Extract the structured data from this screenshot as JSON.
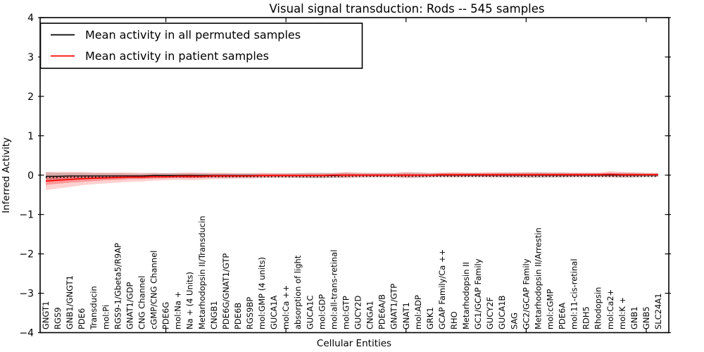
{
  "title": "Visual signal transduction: Rods -- 545 samples",
  "chart_data": {
    "type": "line",
    "title": "Visual signal transduction: Rods -- 545 samples",
    "xlabel": "Cellular Entities",
    "ylabel": "Inferred Activity",
    "ylim": [
      -4,
      4
    ],
    "yticks": [
      [
        4,
        "4"
      ],
      [
        3,
        "3"
      ],
      [
        2,
        "2"
      ],
      [
        1,
        "1"
      ],
      [
        0,
        "0"
      ],
      [
        -1,
        "−1"
      ],
      [
        -2,
        "−2"
      ],
      [
        -3,
        "−3"
      ],
      [
        -4,
        "−4"
      ]
    ],
    "xtick_indices": [
      10,
      20,
      30,
      40,
      50
    ],
    "grid": false,
    "legend_position": "upper left",
    "categories": [
      "GNGT1",
      "RGS9",
      "GNB1/GNGT1",
      "PDE6",
      "Transducin",
      "mol:Pi",
      "RGS9-1/Gbeta5/R9AP",
      "GNAT1/GDP",
      "CNG Channel",
      "cGMP/CNG Channel",
      "PDE6G",
      "mol:Na +",
      "Na + (4 Units)",
      "Metarhodopsin II/Transducin",
      "CNGB1",
      "PDE6G/GNAT1/GTP",
      "PDE6B",
      "RGS9BP",
      "mol:GMP (4 units)",
      "GUCA1A",
      "mol:Ca ++",
      "absorption of light",
      "GUCA1C",
      "mol:GDP",
      "mol:all-trans-retinal",
      "mol:GTP",
      "GUCY2D",
      "CNGA1",
      "PDE6A/B",
      "GNAT1/GTP",
      "GNAT1",
      "mol:ADP",
      "GRK1",
      "GCAP Family/Ca ++",
      "RHO",
      "Metarhodopsin II",
      "GC1/GCAP Family",
      "GUCY2F",
      "GUCA1B",
      "SAG",
      "GC2/GCAP Family",
      "Metarhodopsin II/Arrestin",
      "mol:cGMP",
      "PDE6A",
      "mol:11-cis-retinal",
      "RDH5",
      "Rhodopsin",
      "mol:Ca2+",
      "mol:K +",
      "GNB1",
      "GNB5",
      "SLC24A1"
    ],
    "series": [
      {
        "key": "permuted",
        "name": "Mean activity in all permuted samples",
        "color": "#000000",
        "style": "solid line with dotted overlay and grey shaded band",
        "values": [
          -0.03,
          -0.03,
          -0.02,
          -0.02,
          -0.02,
          -0.02,
          -0.02,
          -0.02,
          -0.02,
          -0.01,
          -0.01,
          -0.01,
          -0.01,
          -0.01,
          -0.01,
          -0.01,
          -0.01,
          -0.01,
          -0.01,
          -0.01,
          -0.01,
          -0.01,
          -0.01,
          -0.01,
          -0.01,
          0,
          0,
          0,
          0,
          0,
          0,
          0,
          0,
          0,
          0,
          0,
          0,
          0,
          0,
          0,
          0,
          0,
          0,
          0,
          0,
          0,
          0,
          0,
          0,
          0,
          0,
          0
        ],
        "band": [
          0.1,
          0.09,
          0.08,
          0.08,
          0.07,
          0.07,
          0.07,
          0.06,
          0.06,
          0.06,
          0.06,
          0.06,
          0.06,
          0.06,
          0.05,
          0.05,
          0.05,
          0.05,
          0.05,
          0.05,
          0.05,
          0.06,
          0.07,
          0.07,
          0.06,
          0.06,
          0.05,
          0.05,
          0.05,
          0.05,
          0.06,
          0.06,
          0.05,
          0.05,
          0.05,
          0.05,
          0.05,
          0.05,
          0.06,
          0.06,
          0.06,
          0.07,
          0.06,
          0.06,
          0.05,
          0.05,
          0.05,
          0.05,
          0.06,
          0.06,
          0.05,
          0.05
        ]
      },
      {
        "key": "patient",
        "name": "Mean activity in patient samples",
        "color": "#ff0000",
        "style": "solid line with inner and outer red shaded bands",
        "values": [
          -0.15,
          -0.13,
          -0.11,
          -0.09,
          -0.08,
          -0.07,
          -0.06,
          -0.05,
          -0.05,
          -0.04,
          -0.04,
          -0.03,
          -0.03,
          -0.03,
          -0.02,
          -0.02,
          -0.02,
          -0.02,
          -0.01,
          -0.01,
          -0.01,
          -0.01,
          -0.01,
          -0.01,
          0,
          0,
          0,
          0,
          0,
          0,
          0,
          0,
          0,
          0.01,
          0.01,
          0.01,
          0.01,
          0.01,
          0.01,
          0.01,
          0.01,
          0.01,
          0.01,
          0.01,
          0.01,
          0.01,
          0.01,
          0.02,
          0.01,
          0.01,
          0.01,
          0.01
        ],
        "band": [
          0.23,
          0.21,
          0.19,
          0.17,
          0.15,
          0.14,
          0.13,
          0.12,
          0.11,
          0.1,
          0.09,
          0.09,
          0.1,
          0.09,
          0.08,
          0.08,
          0.07,
          0.07,
          0.07,
          0.06,
          0.06,
          0.06,
          0.06,
          0.06,
          0.06,
          0.08,
          0.07,
          0.06,
          0.06,
          0.06,
          0.08,
          0.07,
          0.06,
          0.06,
          0.07,
          0.06,
          0.06,
          0.07,
          0.06,
          0.06,
          0.07,
          0.06,
          0.06,
          0.06,
          0.06,
          0.06,
          0.06,
          0.08,
          0.07,
          0.06,
          0.05,
          0.05
        ],
        "inner_band": [
          0.1,
          0.09,
          0.08,
          0.08,
          0.07,
          0.06,
          0.06,
          0.05,
          0.05,
          0.05,
          0.04,
          0.04,
          0.05,
          0.04,
          0.04,
          0.04,
          0.03,
          0.03,
          0.03,
          0.03,
          0.03,
          0.03,
          0.03,
          0.03,
          0.03,
          0.04,
          0.03,
          0.03,
          0.03,
          0.03,
          0.04,
          0.03,
          0.03,
          0.03,
          0.03,
          0.03,
          0.03,
          0.03,
          0.03,
          0.03,
          0.03,
          0.03,
          0.03,
          0.03,
          0.03,
          0.03,
          0.03,
          0.04,
          0.03,
          0.03,
          0.02,
          0.02
        ]
      }
    ]
  }
}
